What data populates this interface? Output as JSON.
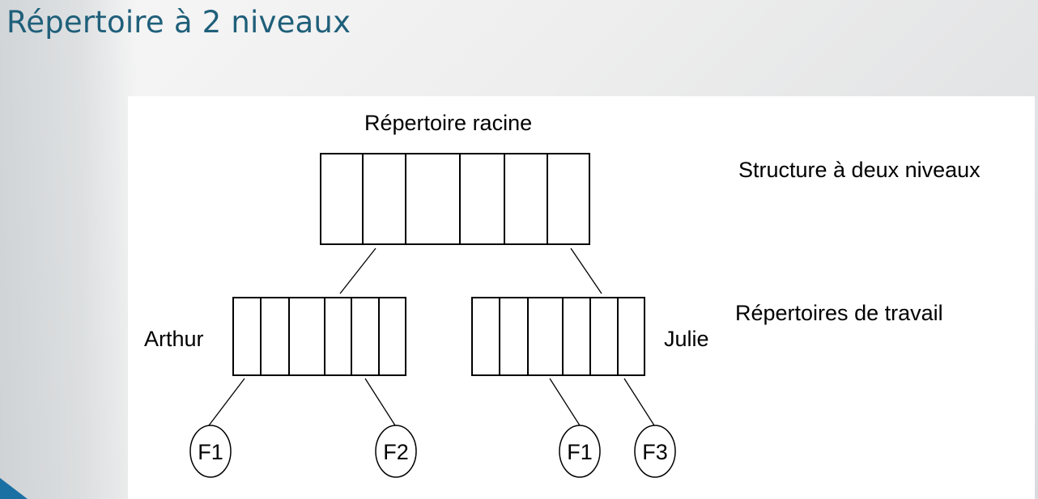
{
  "slide": {
    "title": "Répertoire à 2 niveaux",
    "title_color": "#1f5f7a",
    "accent_color": "#1a6fa3"
  },
  "diagram": {
    "root_label": "Répertoire racine",
    "level1_label": "Structure à deux niveaux",
    "level2_label": "Répertoires de travail",
    "users": [
      {
        "name": "Arthur",
        "files": [
          "F1",
          "F2"
        ]
      },
      {
        "name": "Julie",
        "files": [
          "F1",
          "F3"
        ]
      }
    ]
  }
}
